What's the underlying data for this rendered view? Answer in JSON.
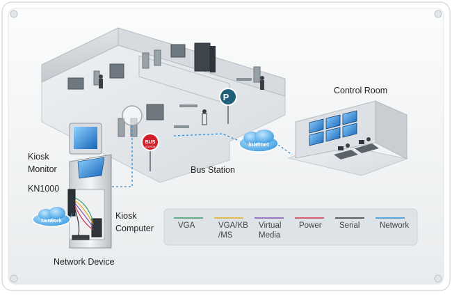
{
  "labels": {
    "control_room": "Control Room",
    "bus_station": "Bus Station",
    "kiosk_monitor_line1": "Kiosk",
    "kiosk_monitor_line2": "Monitor",
    "kn1000": "KN1000",
    "kiosk_computer_line1": "Kiosk",
    "kiosk_computer_line2": "Computer",
    "network_device": "Network Device"
  },
  "clouds": {
    "internet": "Internet",
    "network": "Network"
  },
  "signs": {
    "parking": "P",
    "bus": "BUS",
    "bus_sub": "STATION"
  },
  "legend": {
    "items": [
      {
        "line1": "VGA",
        "line2": "",
        "color": "#3c9a6a"
      },
      {
        "line1": "VGA/KB",
        "line2": "/MS",
        "color": "#e0b020"
      },
      {
        "line1": "Virtual",
        "line2": "Media",
        "color": "#7d55b8"
      },
      {
        "line1": "Power",
        "line2": "",
        "color": "#d03048"
      },
      {
        "line1": "Serial",
        "line2": "",
        "color": "#333333"
      },
      {
        "line1": "Network",
        "line2": "",
        "color": "#2f8fd8"
      }
    ]
  },
  "colors": {
    "frame_bg": "#f2f4f5",
    "floor": "#dfe3e7",
    "wall": "#ccd1d6",
    "accent_blue": "#1e7fd0",
    "sign_red": "#d21f2a",
    "sign_teal": "#1f5f7a"
  }
}
